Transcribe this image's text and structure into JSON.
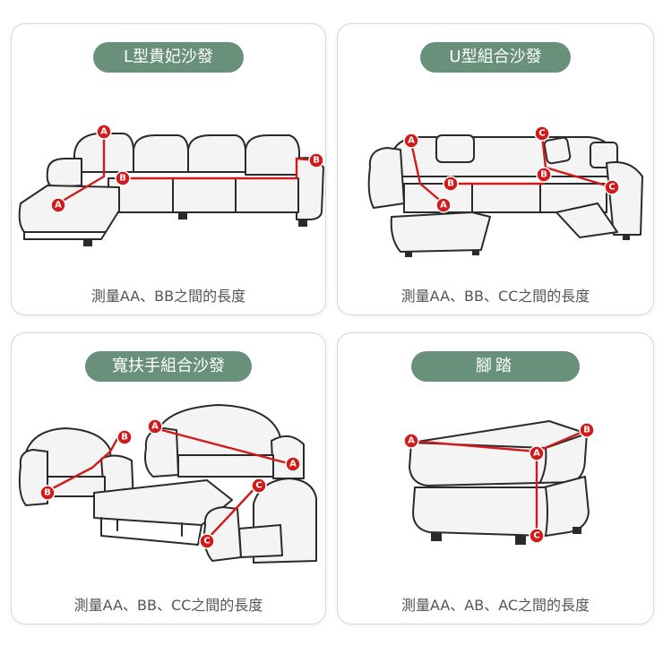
{
  "panels": [
    {
      "title": "L型貴妃沙發",
      "caption": "測量AA、BB之間的長度",
      "markers": [
        "A",
        "A",
        "B",
        "B"
      ]
    },
    {
      "title": "U型組合沙發",
      "caption": "測量AA、BB、CC之間的長度",
      "markers": [
        "A",
        "A",
        "B",
        "B",
        "C",
        "C"
      ]
    },
    {
      "title": "寬扶手組合沙發",
      "caption": "測量AA、BB、CC之間的長度",
      "markers": [
        "A",
        "A",
        "B",
        "B",
        "C",
        "C"
      ]
    },
    {
      "title": "腳踏",
      "caption": "測量AA、AB、AC之間的長度",
      "markers": [
        "A",
        "A",
        "B",
        "C"
      ]
    }
  ],
  "colors": {
    "pill": "#68907a",
    "marker": "#d11a1a",
    "outline": "#2a2a2a"
  }
}
